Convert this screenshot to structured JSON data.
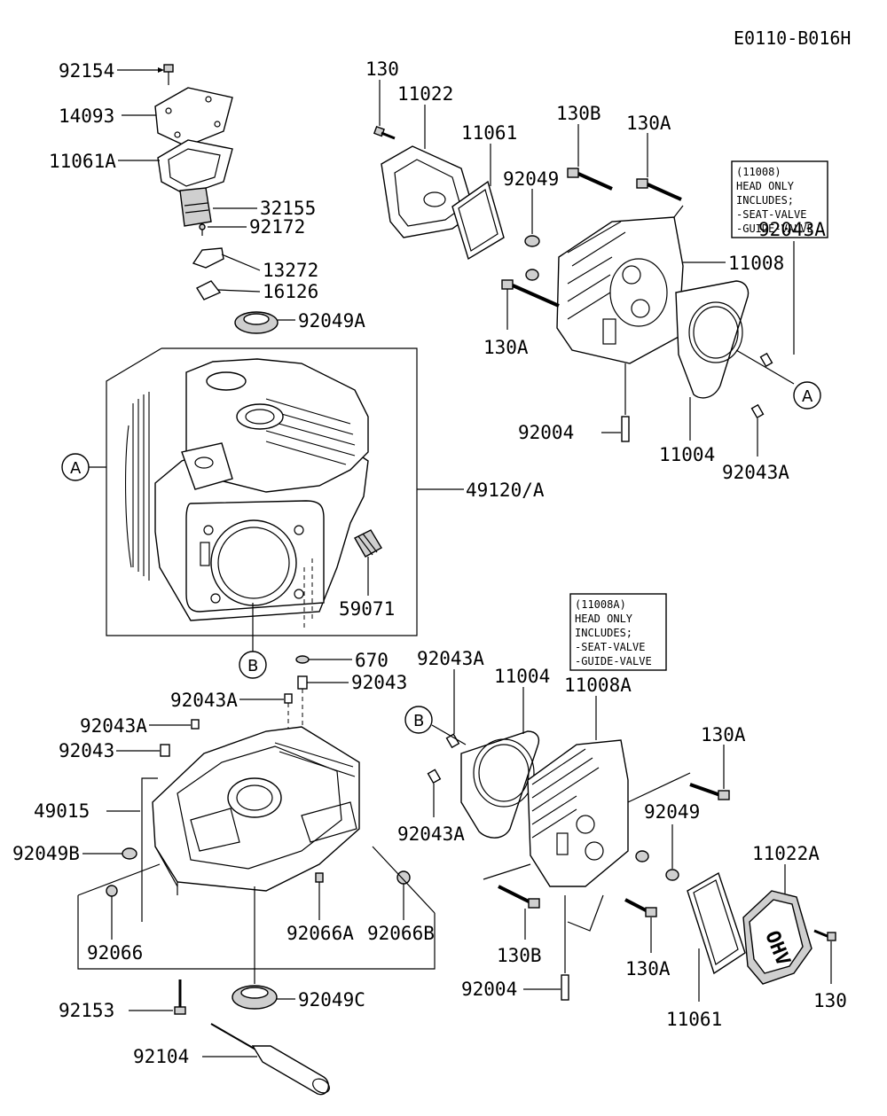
{
  "diagram_code": "E0110-B016H",
  "labels": {
    "p92154": "92154",
    "p14093": "14093",
    "p11061A": "11061A",
    "p32155": "32155",
    "p92172": "92172",
    "p13272": "13272",
    "p16126": "16126",
    "p92049A": "92049A",
    "p49120A": "49120/A",
    "p59071": "59071",
    "p670": "670",
    "p92043_top": "92043",
    "p92043A_1": "92043A",
    "p92043A_2": "92043A",
    "p92043_left": "92043",
    "p49015": "49015",
    "p92049B": "92049B",
    "p92066": "92066",
    "p92066A": "92066A",
    "p92066B": "92066B",
    "p92153": "92153",
    "p92049C": "92049C",
    "p92104": "92104",
    "p130_top": "130",
    "p11022": "11022",
    "p11061_top": "11061",
    "p92049_top": "92049",
    "p130B_top": "130B",
    "p130A_top": "130A",
    "p11008": "11008",
    "p130A_mid": "130A",
    "p92043A_r1": "92043A",
    "p92004_top": "92004",
    "p11004_top": "11004",
    "p92043A_r2": "92043A",
    "p92043A_b1": "92043A",
    "p11004_bot": "11004",
    "p11008A": "11008A",
    "p130A_b1": "130A",
    "p92049_bot": "92049",
    "p92043A_b2": "92043A",
    "p11022A": "11022A",
    "p130B_bot": "130B",
    "p92004_bot": "92004",
    "p130A_b2": "130A",
    "p11061_bot": "11061",
    "p130_bot": "130"
  },
  "callouts": {
    "a_left": "A",
    "a_right": "A",
    "b_left": "B",
    "b_right": "B"
  },
  "notes": {
    "head_11008": [
      "(11008)",
      "HEAD ONLY",
      "INCLUDES;",
      "-SEAT-VALVE",
      "-GUIDE-VALVE"
    ],
    "head_11008A": [
      "(11008A)",
      "HEAD ONLY",
      "INCLUDES;",
      "-SEAT-VALVE",
      "-GUIDE-VALVE"
    ]
  },
  "cap_text": "OHV"
}
